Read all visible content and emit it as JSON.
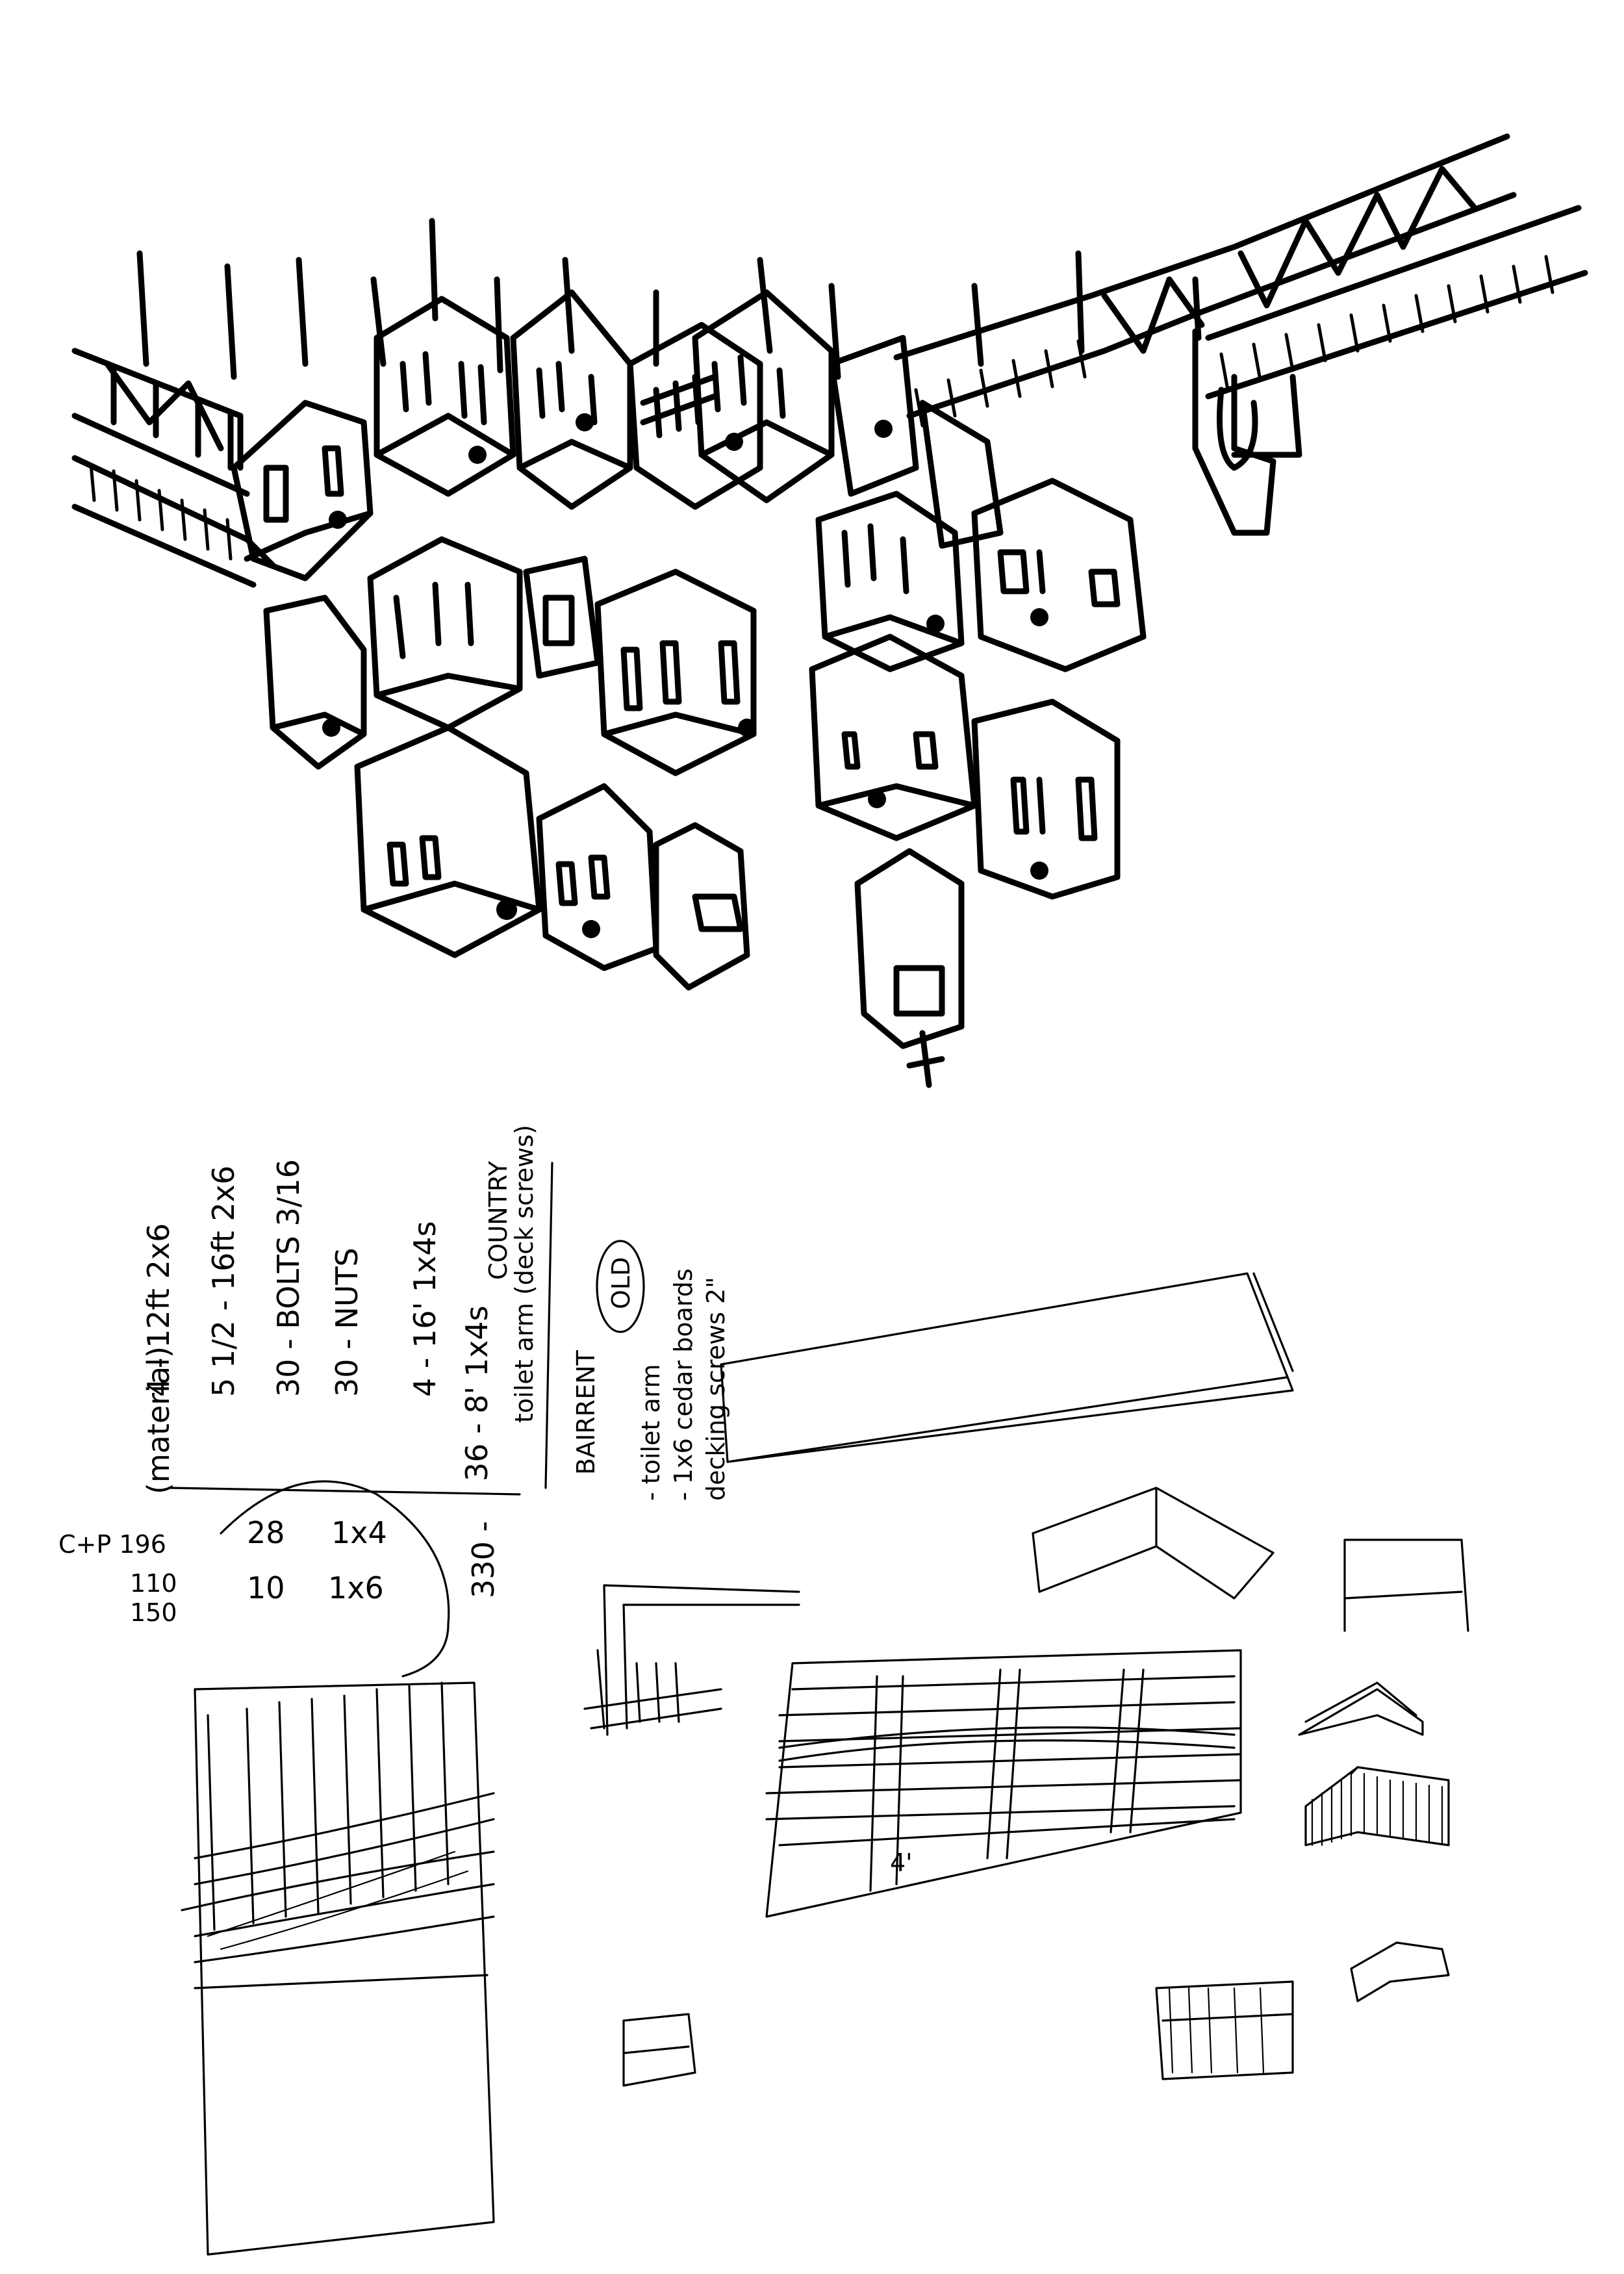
{
  "notes": {
    "list_a": [
      "(material)",
      "4 - 12ft 2x6",
      "5 1/2 - 16ft 2x6",
      "30 - BOLTS 3/16",
      "30 - NUTS",
      "4 - 16' 1x4s",
      "36 - 8' 1x4s",
      "toilet arm (deck screws)"
    ],
    "list_a_annotation": "COUNTRY",
    "list_b_label": "OLD",
    "list_b": [
      "BAIRRENT",
      "- toilet arm",
      "- 1x6 cedar boards",
      "decking screws 2\""
    ],
    "tally": {
      "row1": [
        "C+P 196",
        "28",
        "1x4"
      ],
      "row2": [
        "110",
        "10",
        "1x6"
      ],
      "row3": [
        "150"
      ],
      "side": "330 -"
    },
    "dimension": "4'"
  }
}
